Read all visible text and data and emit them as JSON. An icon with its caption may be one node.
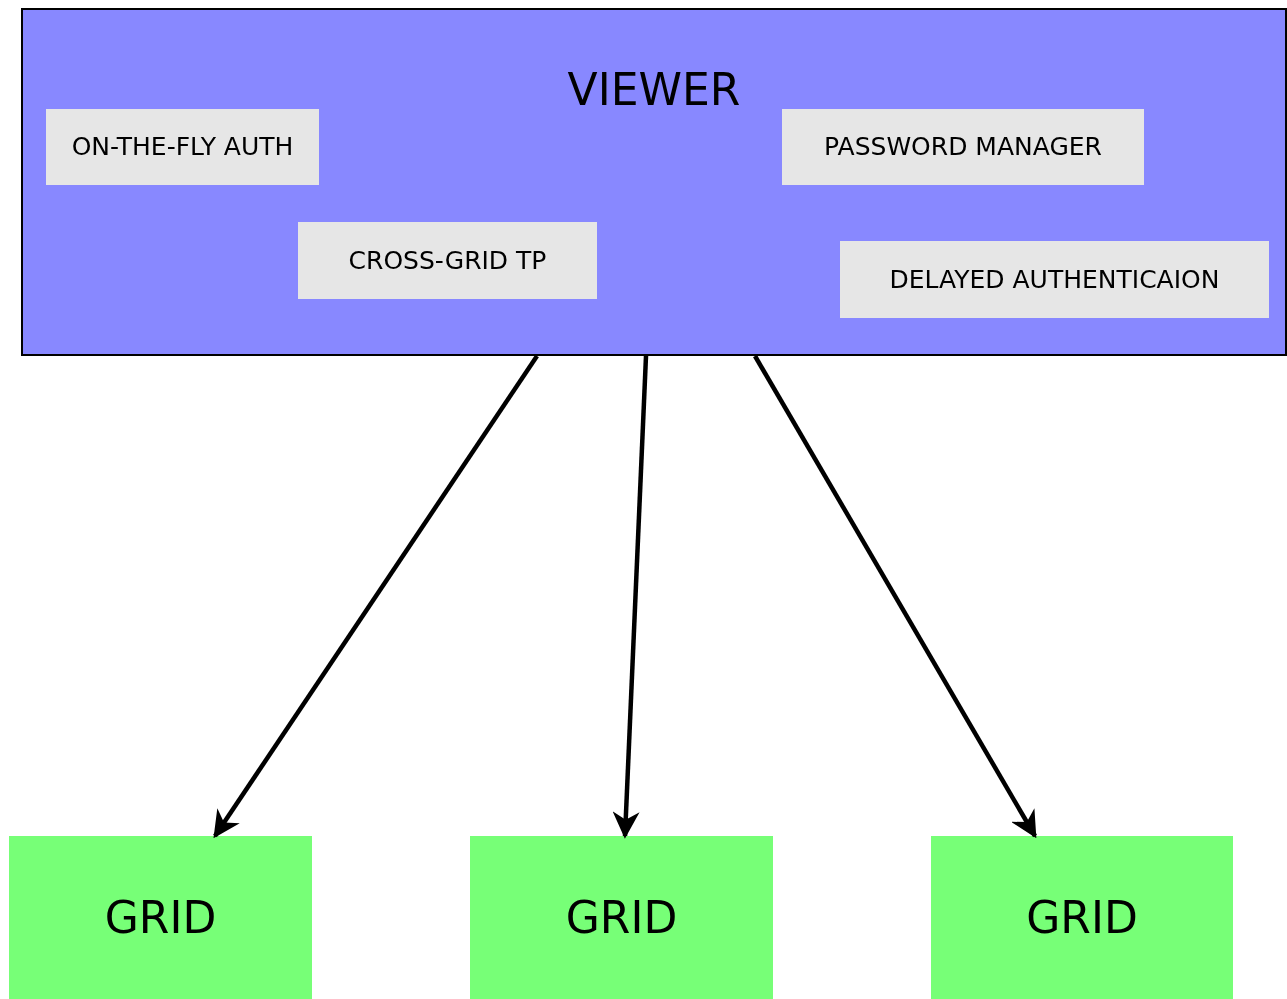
{
  "diagram": {
    "nodes": [
      {
        "text": [
          "VIEWER"
        ]
      },
      {
        "text": [
          "ON-THE-FLY AUTH"
        ],
        "in": 0
      },
      {
        "text": [
          "PASSWORD MANAGER"
        ],
        "in": 0
      },
      {
        "text": [
          "CROSS-GRID TP"
        ],
        "in": 0
      },
      {
        "text": [
          "DELAYED AUTHENTICAION"
        ],
        "in": 0
      },
      {
        "text": [
          "GRID"
        ]
      },
      {
        "text": [
          "GRID"
        ]
      },
      {
        "text": [
          "GRID"
        ]
      }
    ],
    "edges": [
      {
        "from": 0,
        "to": 5,
        "arrow": "to"
      },
      {
        "from": 0,
        "to": 6,
        "arrow": "to"
      },
      {
        "from": 0,
        "to": 7,
        "arrow": "to"
      }
    ]
  }
}
